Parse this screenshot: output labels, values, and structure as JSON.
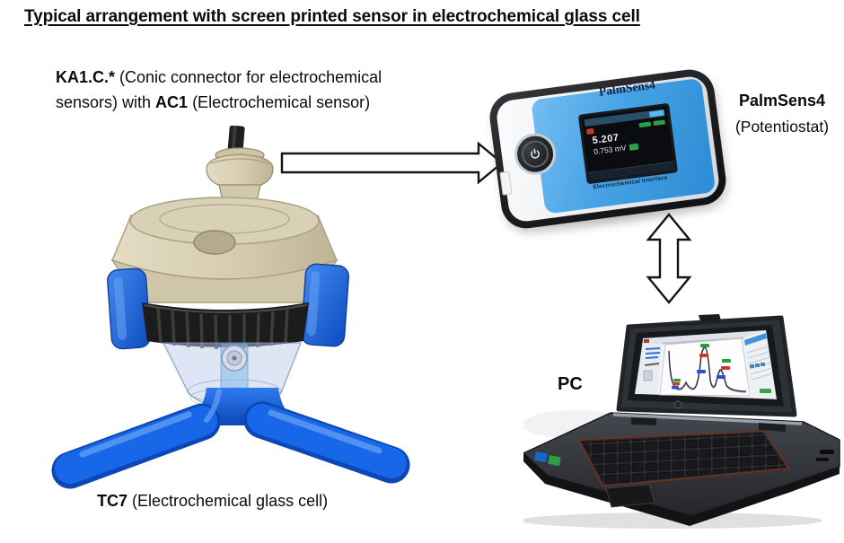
{
  "title": "Typical arrangement with screen printed sensor in electrochemical glass cell",
  "connector_note": {
    "line1_bold": "KA1.C.*",
    "line1_rest": " (Conic connector for electrochemical",
    "line2_pre": "sensors) with ",
    "line2_bold": "AC1",
    "line2_rest": " (Electrochemical sensor)"
  },
  "palmsens_label": {
    "name": "PalmSens4",
    "type": "(Potentiostat)"
  },
  "pc_label": "PC",
  "cell_label": {
    "name": "TC7",
    "desc": " (Electrochemical glass cell)"
  },
  "device": {
    "brand": "PalmSens4",
    "screen_value1": "5.207",
    "screen_value2": "0.753 mV",
    "footer": "Electrochemical Interface"
  },
  "colors": {
    "stand_blue": "#1463e8",
    "clip_blue": "#2a74e6",
    "lid_tan": "#d5ccb0",
    "ring_black": "#1c1c1c",
    "device_panel_blue": "#46a2e4",
    "marker_green": "#27a036",
    "marker_red": "#d3342a",
    "marker_blue": "#2b4fd8"
  }
}
